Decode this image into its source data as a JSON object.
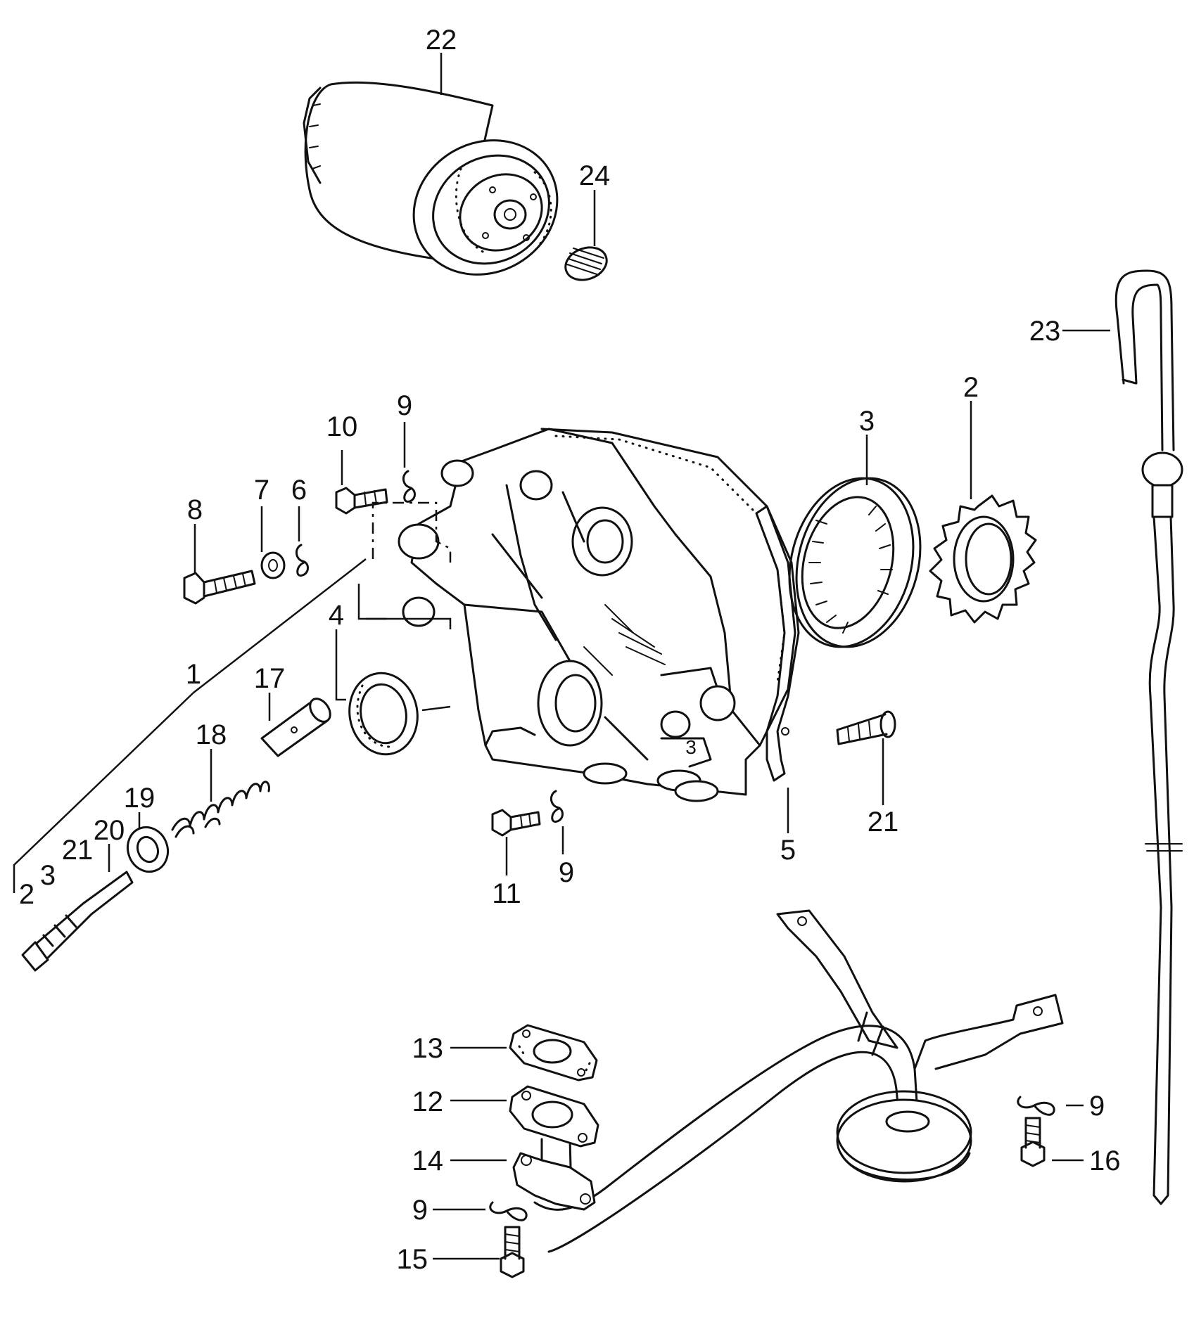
{
  "callouts": {
    "c1": "1",
    "c2a": "2",
    "c2b": "2",
    "c3a": "3",
    "c3b": "3",
    "c3c": "3",
    "c4": "4",
    "c5": "5",
    "c6": "6",
    "c7": "7",
    "c8": "8",
    "c9a": "9",
    "c9b": "9",
    "c9c": "9",
    "c9d": "9",
    "c10": "10",
    "c11": "11",
    "c12": "12",
    "c13": "13",
    "c14": "14",
    "c15": "15",
    "c16": "16",
    "c17": "17",
    "c18": "18",
    "c19": "19",
    "c20": "20",
    "c21a": "21",
    "c21b": "21",
    "c22": "22",
    "c23": "23",
    "c24": "24"
  }
}
